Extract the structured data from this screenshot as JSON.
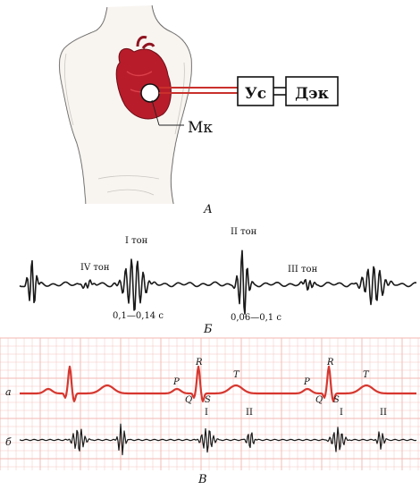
{
  "panel_a": {
    "amplifier_label": "Ус",
    "recorder_label": "Дэк",
    "microphone_label": "Мк",
    "panel_label": "А"
  },
  "panel_b": {
    "tone_4": "IV тон",
    "tone_1": "I тон",
    "tone_2": "II тон",
    "tone_3": "III тон",
    "duration_1": "0,1—0,14 с",
    "duration_2": "0,06—0,1 с",
    "panel_label": "Б"
  },
  "panel_c": {
    "trace_a_label": "а",
    "trace_b_label": "б",
    "wave_p": "P",
    "wave_q": "Q",
    "wave_r": "R",
    "wave_s": "S",
    "wave_t": "T",
    "sound_1": "I",
    "sound_2": "II",
    "panel_label": "В"
  },
  "colors": {
    "heart": "#b81c2a",
    "ecg": "#d6372f",
    "grid": "#f2b7b0",
    "ink": "#1a1a1a"
  }
}
